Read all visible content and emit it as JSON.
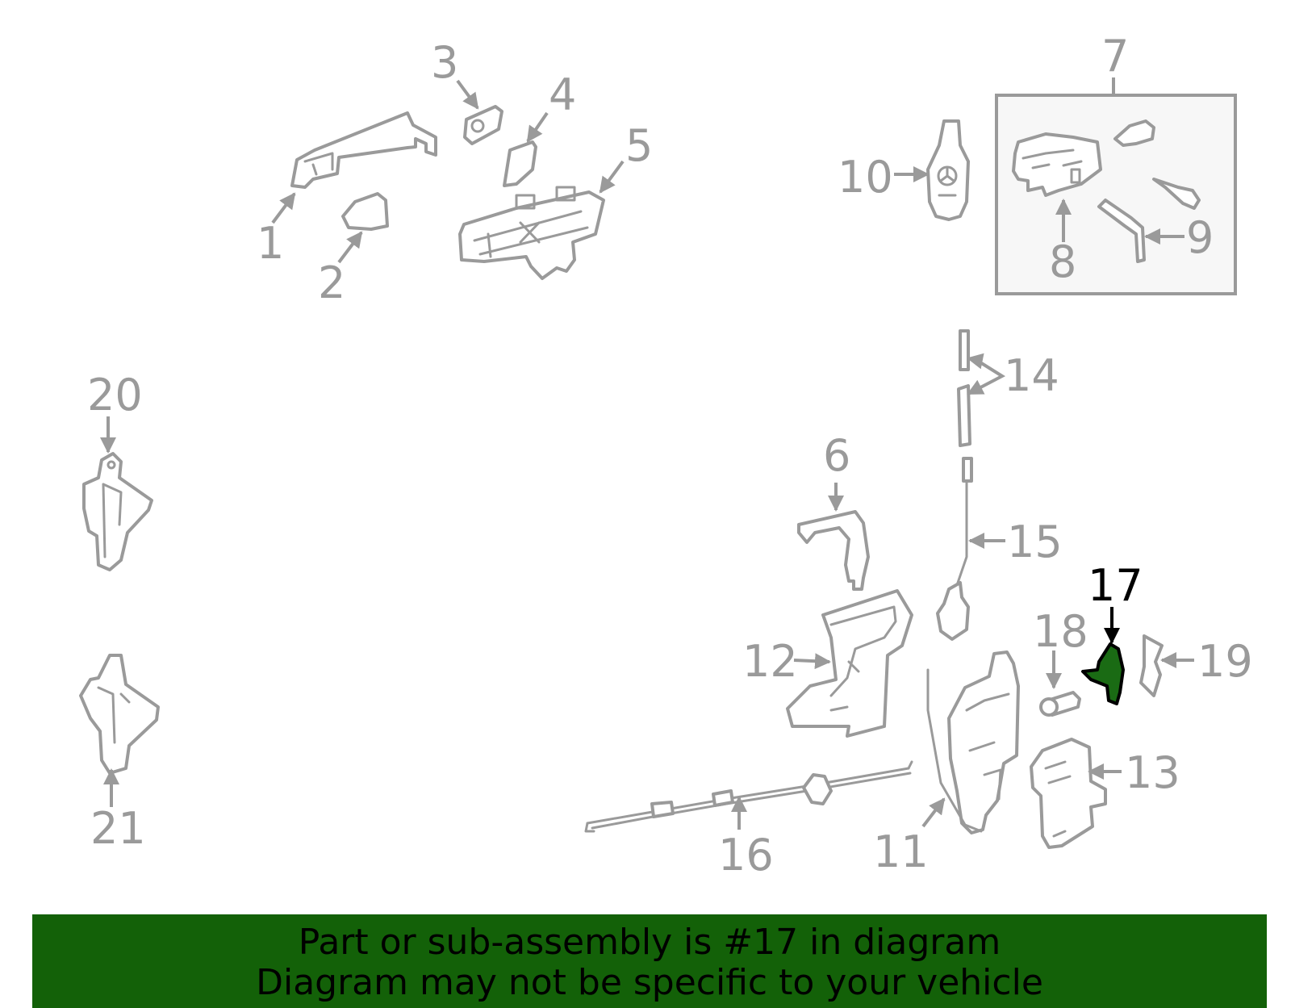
{
  "highlight_color": "#1a6b14",
  "banner_color": "#136108",
  "label_color": "#9a9a9a",
  "highlighted_part": "17",
  "callouts": [
    "1",
    "2",
    "3",
    "4",
    "5",
    "6",
    "7",
    "8",
    "9",
    "10",
    "11",
    "12",
    "13",
    "14",
    "15",
    "16",
    "17",
    "18",
    "19",
    "20",
    "21"
  ],
  "banner": {
    "line1": "Part or sub-assembly is #17 in diagram",
    "line2": "Diagram may not be specific to your vehicle"
  }
}
